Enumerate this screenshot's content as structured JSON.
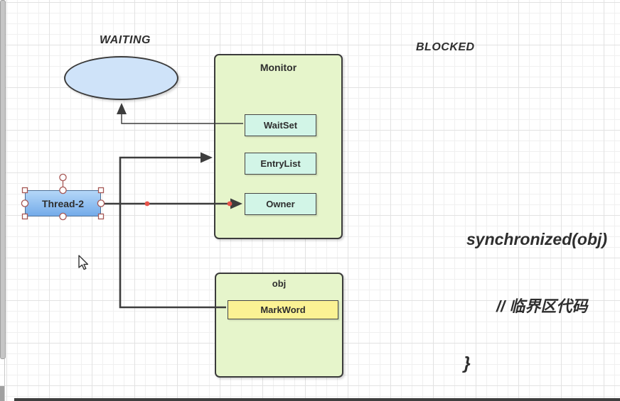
{
  "colors": {
    "monitor-fill": "#e6f5cb",
    "monitor-stroke": "#3b3b3b",
    "field-fill": "#d2f5e7",
    "field-stroke": "#454545",
    "markword-fill": "#fbf294",
    "ellipse-fill": "#cfe3f9",
    "thread-fill-top": "#b4d7f8",
    "thread-fill-bottom": "#74abe9",
    "thread-stroke": "#4d6f96",
    "connector": "#3d3d3d",
    "waypoint": "#e8534a",
    "handle-stroke": "#a65754",
    "text": "#2e2e2e"
  },
  "labels": {
    "waiting": "WAITING",
    "blocked": "BLOCKED"
  },
  "code": {
    "line1": "synchronized(obj)",
    "line2": "// 临界区代码",
    "line3": "}"
  },
  "nodes": {
    "monitor": {
      "title": "Monitor",
      "fields": [
        "WaitSet",
        "EntryList",
        "Owner"
      ]
    },
    "obj": {
      "title": "obj",
      "fields": [
        "MarkWord"
      ]
    },
    "thread": {
      "label": "Thread-2"
    }
  }
}
